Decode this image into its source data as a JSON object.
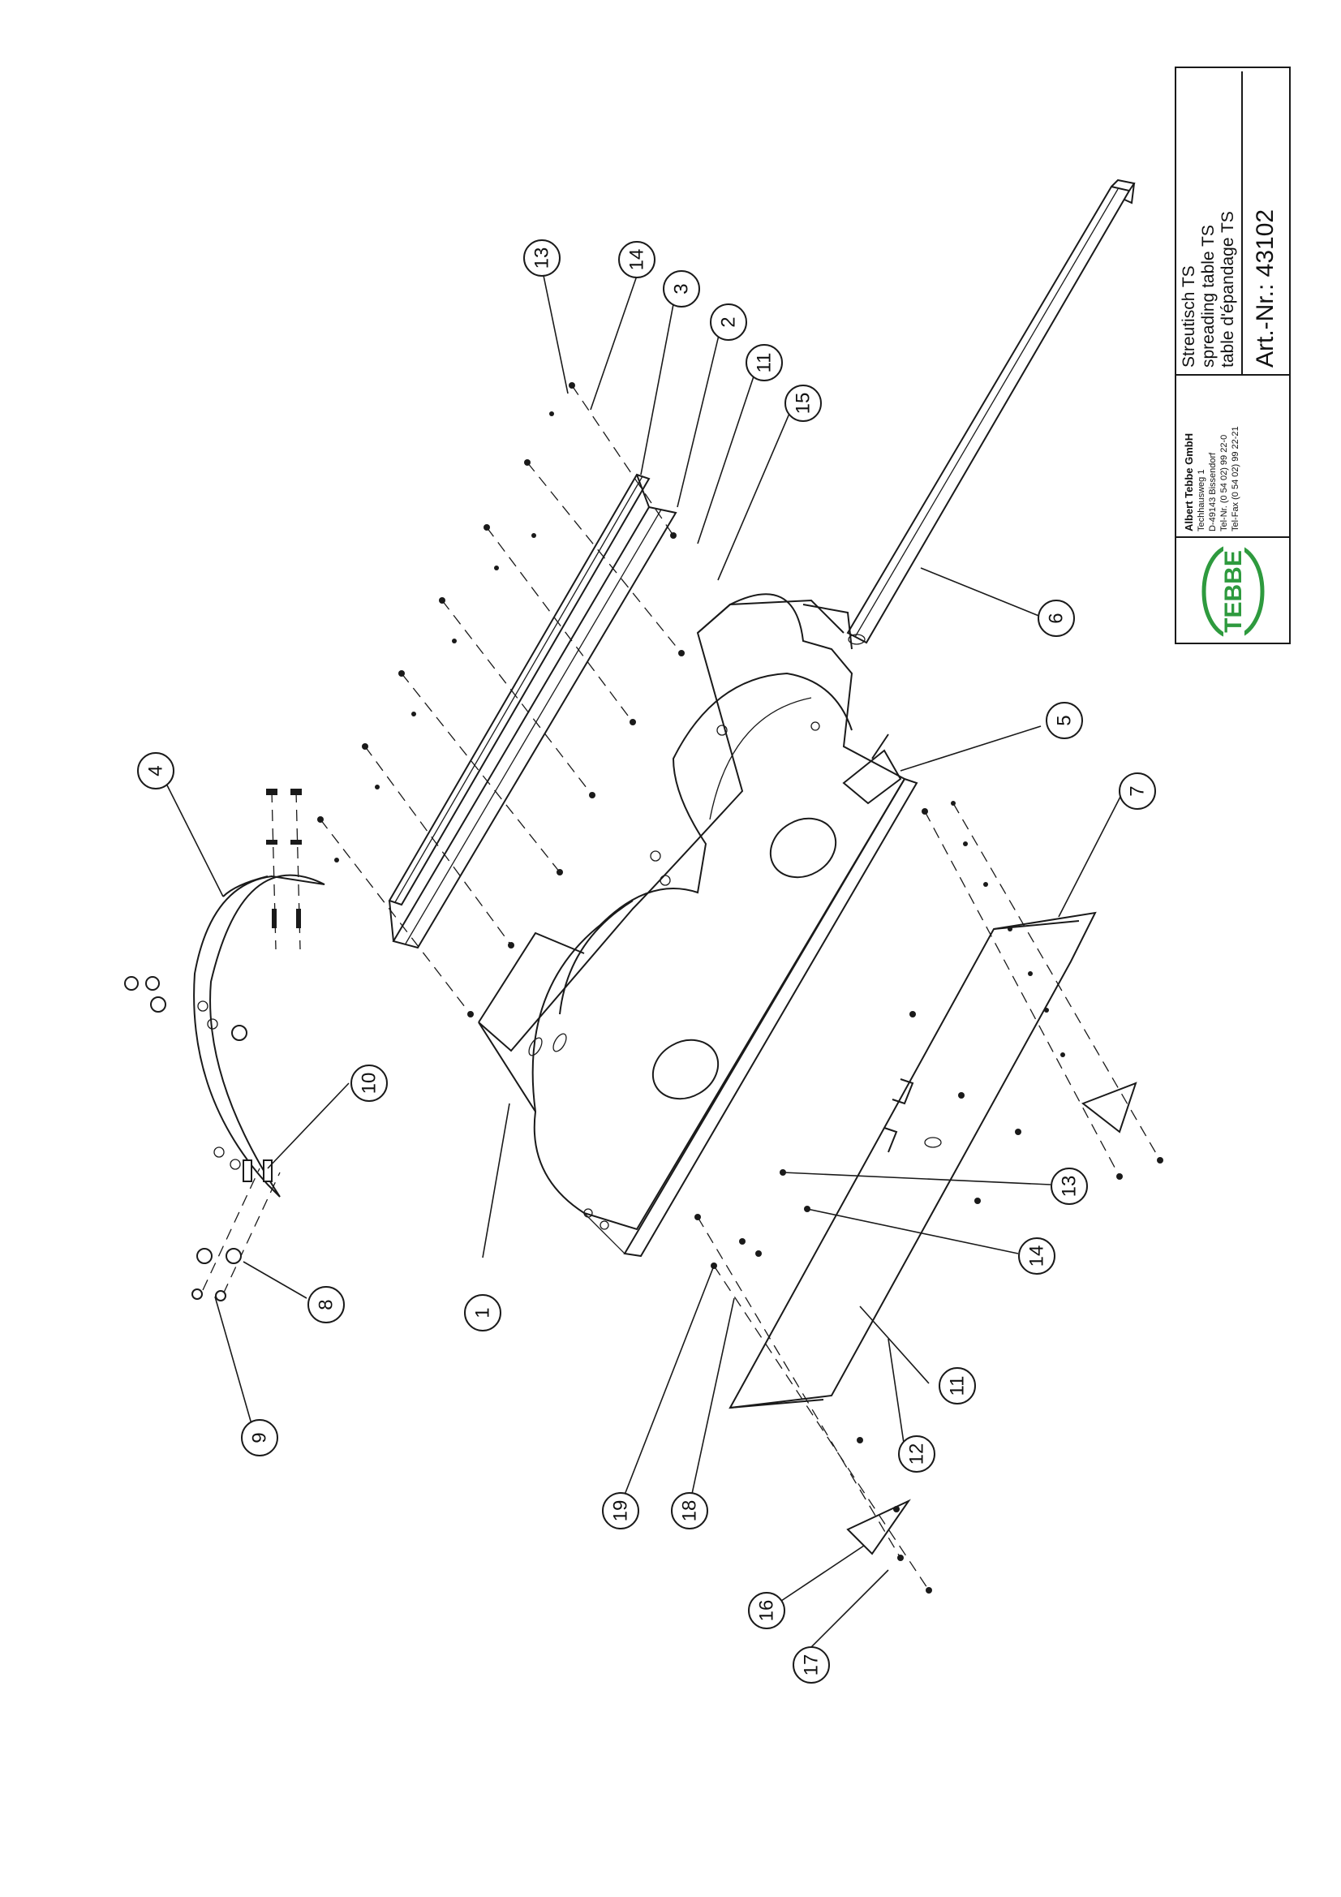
{
  "callouts": [
    {
      "label": "1"
    },
    {
      "label": "2"
    },
    {
      "label": "3"
    },
    {
      "label": "4"
    },
    {
      "label": "5"
    },
    {
      "label": "6"
    },
    {
      "label": "7"
    },
    {
      "label": "8"
    },
    {
      "label": "9"
    },
    {
      "label": "10"
    },
    {
      "label": "11"
    },
    {
      "label": "11"
    },
    {
      "label": "12"
    },
    {
      "label": "13"
    },
    {
      "label": "13"
    },
    {
      "label": "14"
    },
    {
      "label": "14"
    },
    {
      "label": "15"
    },
    {
      "label": "16"
    },
    {
      "label": "17"
    },
    {
      "label": "18"
    },
    {
      "label": "19"
    }
  ],
  "title_block": {
    "logo_text": "TEBBE",
    "company": {
      "name": "Albert Tebbe GmbH",
      "street": "Techhausweg 1",
      "city": "D-49143 Bissendorf",
      "phone": "Tel-Nr. (0 54 02) 99 22-0",
      "fax": "Tel-Fax (0 54 02) 99 22-21"
    },
    "description": {
      "de": "Streutisch TS",
      "en": "spreading table TS",
      "fr": "table d'épandage TS"
    },
    "article_number": "Art.-Nr.: 43102"
  },
  "colors": {
    "logo_green": "#2e9a3e",
    "line": "#1a1a1a"
  }
}
